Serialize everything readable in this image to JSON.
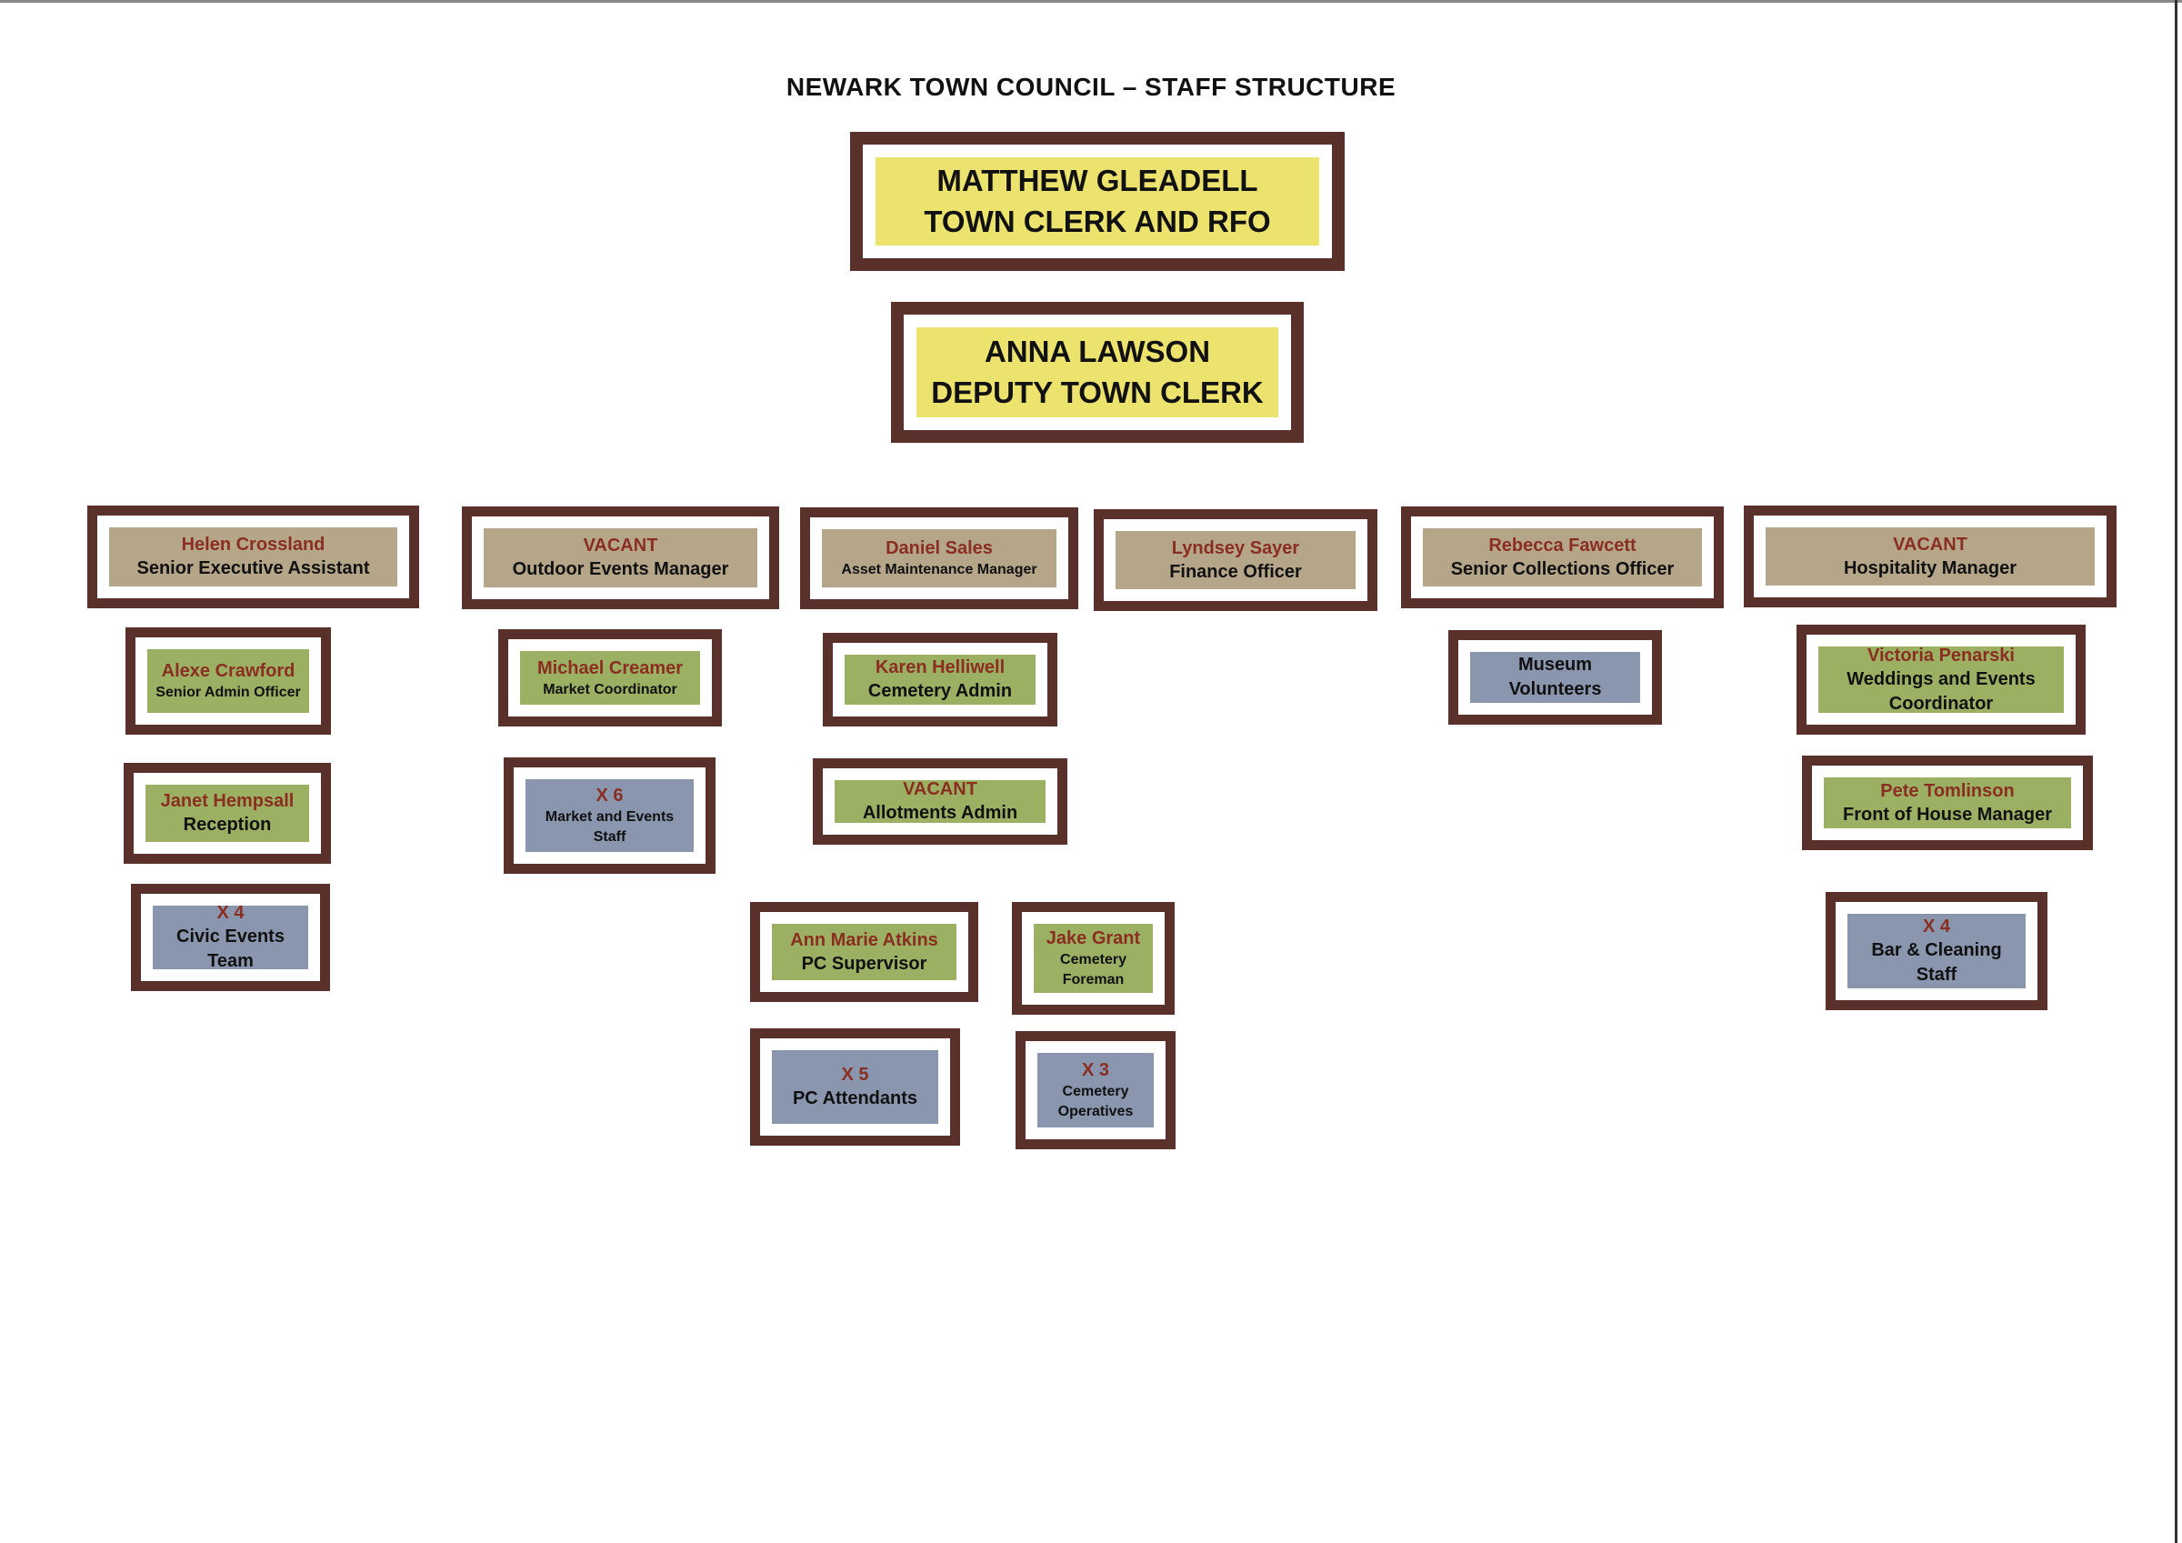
{
  "title": "NEWARK TOWN COUNCIL – STAFF STRUCTURE",
  "colors": {
    "border": "#5a302a",
    "manager": "#b5a68a",
    "staff": "#9bb062",
    "team": "#8996ad",
    "leader": "#ece26e",
    "name_text": "#8b2e22"
  },
  "boxes": [
    {
      "id": "town-clerk",
      "name": "MATTHEW GLEADELL",
      "role": "TOWN CLERK AND RFO",
      "color": "yellow"
    },
    {
      "id": "deputy-town-clerk",
      "name": "ANNA LAWSON",
      "role": "DEPUTY TOWN CLERK",
      "color": "yellow"
    },
    {
      "id": "senior-executive-assistant",
      "name": "Helen Crossland",
      "role": "Senior Executive Assistant",
      "color": "tan"
    },
    {
      "id": "outdoor-events-manager",
      "name": "VACANT",
      "role": "Outdoor Events Manager",
      "color": "tan"
    },
    {
      "id": "asset-maintenance-manager",
      "name": "Daniel Sales",
      "role": "Asset Maintenance Manager",
      "color": "tan"
    },
    {
      "id": "finance-officer",
      "name": "Lyndsey Sayer",
      "role": "Finance Officer",
      "color": "tan"
    },
    {
      "id": "senior-collections-officer",
      "name": "Rebecca Fawcett",
      "role": "Senior Collections Officer",
      "color": "tan"
    },
    {
      "id": "hospitality-manager",
      "name": "VACANT",
      "role": "Hospitality Manager",
      "color": "tan"
    },
    {
      "id": "senior-admin-officer",
      "name": "Alexe Crawford",
      "role": "Senior Admin Officer",
      "color": "green"
    },
    {
      "id": "market-coordinator",
      "name": "Michael Creamer",
      "role": "Market Coordinator",
      "color": "green"
    },
    {
      "id": "cemetery-admin",
      "name": "Karen Helliwell",
      "role": "Cemetery Admin",
      "color": "green"
    },
    {
      "id": "museum-volunteers",
      "name": "",
      "role": "Museum Volunteers",
      "color": "blue"
    },
    {
      "id": "weddings-events-coordinator",
      "name": "Victoria Penarski",
      "role": "Weddings and Events Coordinator",
      "color": "green"
    },
    {
      "id": "reception",
      "name": "Janet Hempsall",
      "role": "Reception",
      "color": "green"
    },
    {
      "id": "market-events-staff",
      "name": "X 6",
      "role": "Market and Events Staff",
      "color": "blue"
    },
    {
      "id": "allotments-admin",
      "name": "VACANT",
      "role": "Allotments Admin",
      "color": "green"
    },
    {
      "id": "front-of-house-manager",
      "name": "Pete Tomlinson",
      "role": "Front of House Manager",
      "color": "green"
    },
    {
      "id": "civic-events-team",
      "name": "X 4",
      "role": "Civic Events Team",
      "color": "blue"
    },
    {
      "id": "pc-supervisor",
      "name": "Ann Marie Atkins",
      "role": "PC Supervisor",
      "color": "green"
    },
    {
      "id": "cemetery-foreman",
      "name": "Jake Grant",
      "role": "Cemetery Foreman",
      "color": "green"
    },
    {
      "id": "bar-cleaning-staff",
      "name": "X 4",
      "role": "Bar & Cleaning Staff",
      "color": "blue"
    },
    {
      "id": "pc-attendants",
      "name": "X 5",
      "role": "PC Attendants",
      "color": "blue"
    },
    {
      "id": "cemetery-operatives",
      "name": "X 3",
      "role": "Cemetery Operatives",
      "color": "blue"
    }
  ]
}
